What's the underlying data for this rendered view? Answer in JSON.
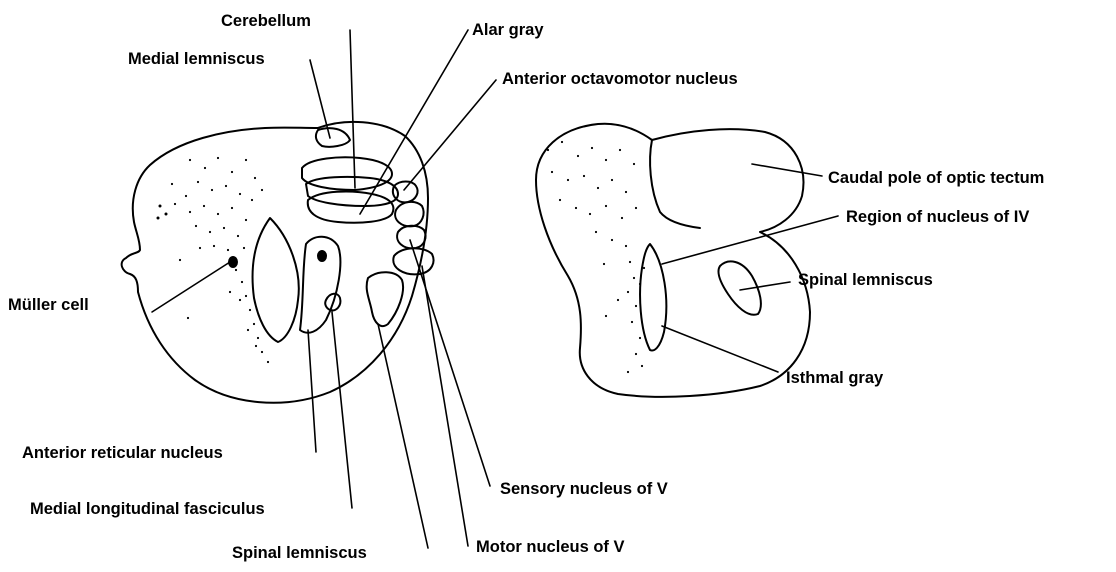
{
  "labels": {
    "cerebellum": "Cerebellum",
    "medial_lemniscus": "Medial lemniscus",
    "alar_gray": "Alar gray",
    "anterior_octavomotor_nucleus": "Anterior octavomotor nucleus",
    "muller_cell": "Müller cell",
    "anterior_reticular_nucleus": "Anterior reticular nucleus",
    "medial_longitudinal_fasciculus": "Medial longitudinal fasciculus",
    "spinal_lemniscus_left": "Spinal lemniscus",
    "sensory_nucleus_of_v": "Sensory nucleus of V",
    "motor_nucleus_of_v": "Motor nucleus of V",
    "caudal_pole_of_optic_tectum": "Caudal pole of optic tectum",
    "region_of_nucleus_of_iv": "Region of nucleus of IV",
    "spinal_lemniscus_right": "Spinal lemniscus",
    "isthmal_gray": "Isthmal gray"
  },
  "colors": {
    "ink": "#000000",
    "background": "#ffffff"
  }
}
